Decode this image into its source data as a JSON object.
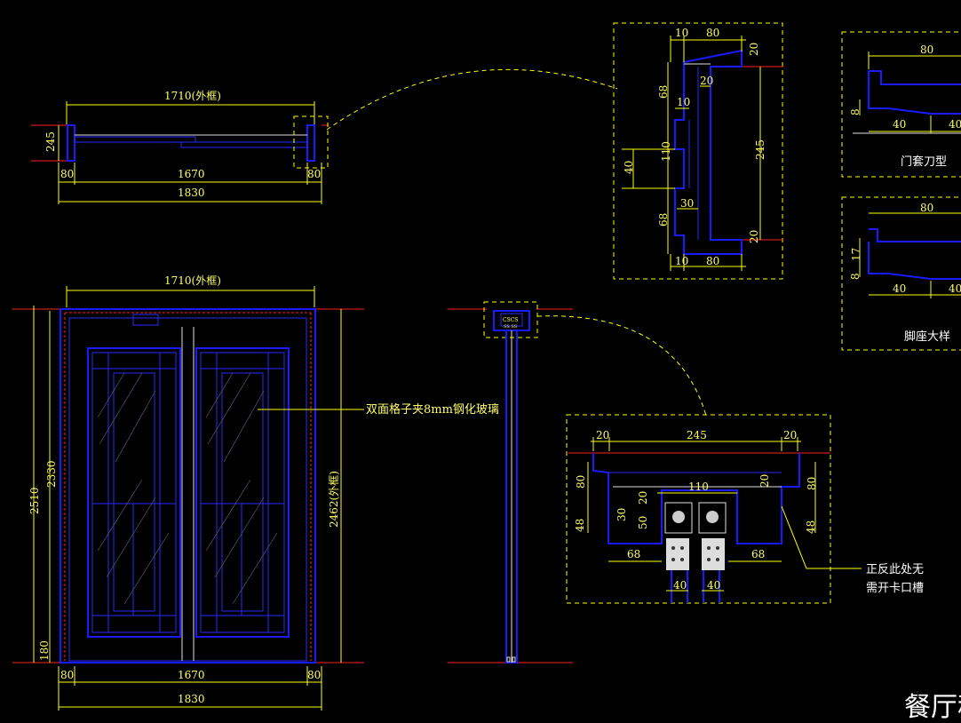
{
  "title": "餐厅移",
  "labels": {
    "glass_note": "双面格子夹8mm钢化玻璃",
    "groove_note_1": "正反此处无",
    "groove_note_2": "需开卡口槽",
    "detail_a": "门套刀型",
    "detail_b": "脚座大样",
    "tiny_a": "CSCS",
    "tiny_b": "SS SS"
  },
  "dims": {
    "outer_frame_top": "1710(外框)",
    "outer_frame_elev": "1710(外框)",
    "plan_245": "245",
    "plan_80_l": "80",
    "plan_1670": "1670",
    "plan_80_r": "80",
    "plan_1830": "1830",
    "elev_2510": "2510",
    "elev_2330": "2330",
    "elev_180": "180",
    "elev_2462": "2462(外框)",
    "elev_80_l": "80",
    "elev_1670": "1670",
    "elev_80_r": "80",
    "elev_1830": "1830",
    "sec_10_top": "10",
    "sec_80_top": "80",
    "sec_20_top": "20",
    "sec_68_top": "68",
    "sec_20_mid": "20",
    "sec_10_mid": "10",
    "sec_110": "110",
    "sec_40": "40",
    "sec_245": "245",
    "sec_30": "30",
    "sec_68_bot": "68",
    "sec_20_bot": "20",
    "sec_10_bot": "10",
    "sec_80_bot": "80",
    "da_80": "80",
    "da_8": "8",
    "da_40a": "40",
    "da_40b": "40",
    "db_80": "80",
    "db_8": "8",
    "db_17": "17",
    "db_40a": "40",
    "db_40b": "40",
    "tr_20_l": "20",
    "tr_245": "245",
    "tr_20_r": "20",
    "tr_80_l": "80",
    "tr_48_l": "48",
    "tr_80_r": "80",
    "tr_48_r": "48",
    "tr_20_a": "20",
    "tr_110": "110",
    "tr_20_b": "20",
    "tr_30": "30",
    "tr_50": "50",
    "tr_68_l": "68",
    "tr_68_r": "68",
    "tr_40_l": "40",
    "tr_40_r": "40"
  }
}
